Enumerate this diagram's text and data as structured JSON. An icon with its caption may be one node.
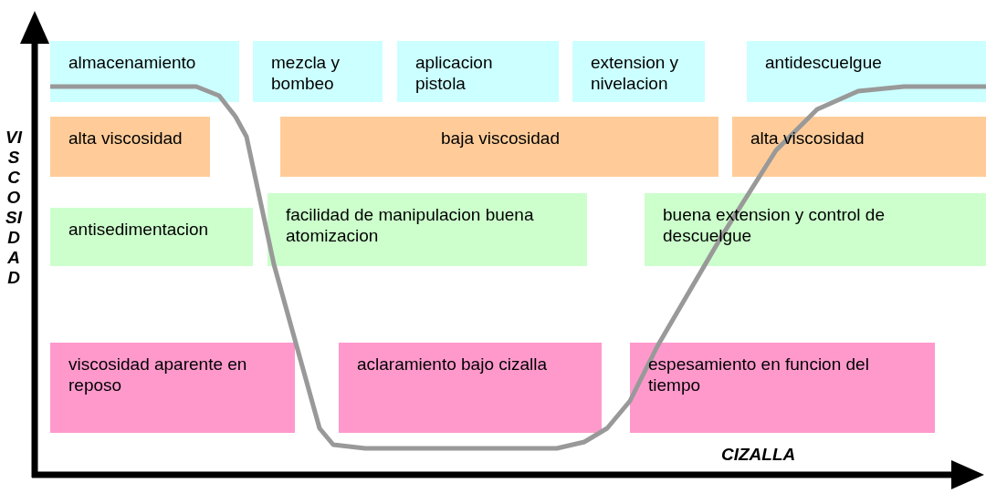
{
  "diagram": {
    "nodes": [
      {
        "text": [
          "almacenamiento"
        ]
      },
      {
        "text": [
          "mezcla y bombeo"
        ]
      },
      {
        "text": [
          "aplicacion pistola"
        ]
      },
      {
        "text": [
          "extension y nivelacion"
        ]
      },
      {
        "text": [
          "antidescuelgue"
        ]
      },
      {
        "text": [
          "alta viscosidad"
        ]
      },
      {
        "text": [
          "baja viscosidad"
        ]
      },
      {
        "text": [
          "alta viscosidad"
        ]
      },
      {
        "text": [
          "antisedimentacion"
        ]
      },
      {
        "text": [
          "facilidad de manipulacion buena atomizacion"
        ]
      },
      {
        "text": [
          "buena extension y control de descuelgue"
        ]
      },
      {
        "text": [
          "viscosidad aparente en reposo"
        ]
      },
      {
        "text": [
          "aclaramiento bajo cizalla"
        ]
      },
      {
        "text": [
          "espesamiento en funcion del tiempo"
        ]
      }
    ],
    "edges": [],
    "labels": [
      "VISCOSIDAD",
      "CIZALLA"
    ]
  }
}
